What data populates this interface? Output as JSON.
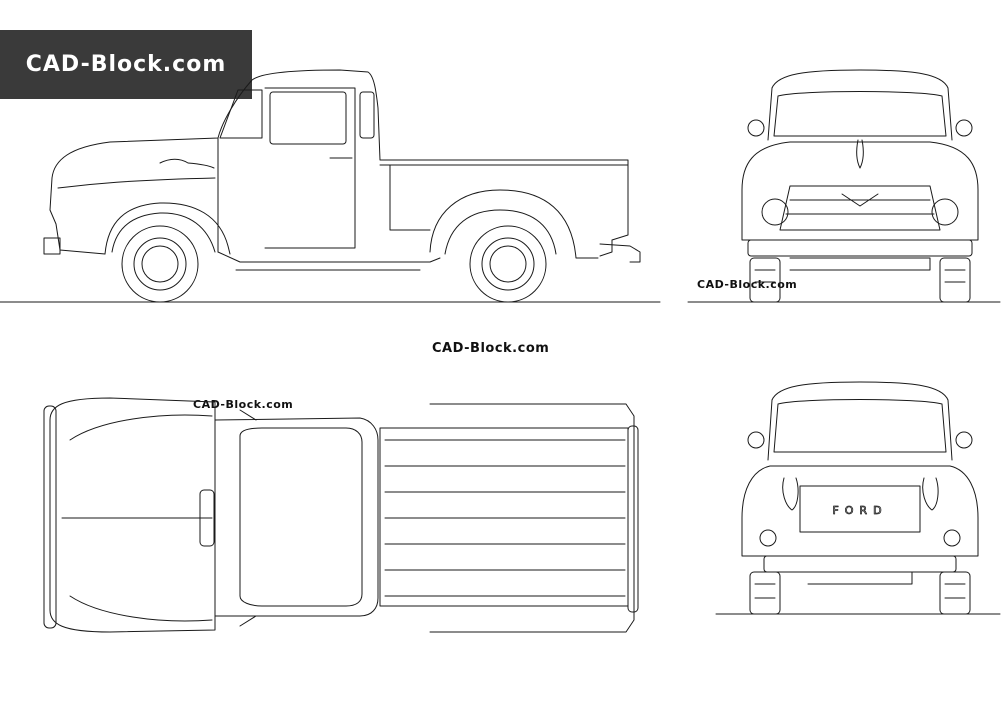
{
  "brand": {
    "logo_text": "CAD-Block.com"
  },
  "watermarks": {
    "front_view": "CAD-Block.com",
    "center": "CAD-Block.com",
    "top_view": "CAD-Block.com"
  },
  "tailgate_lettering": "FORD",
  "colors": {
    "line": "#1a1a1a",
    "logo_bg": "#3a3a3a",
    "logo_text": "#ffffff",
    "background": "#ffffff"
  }
}
